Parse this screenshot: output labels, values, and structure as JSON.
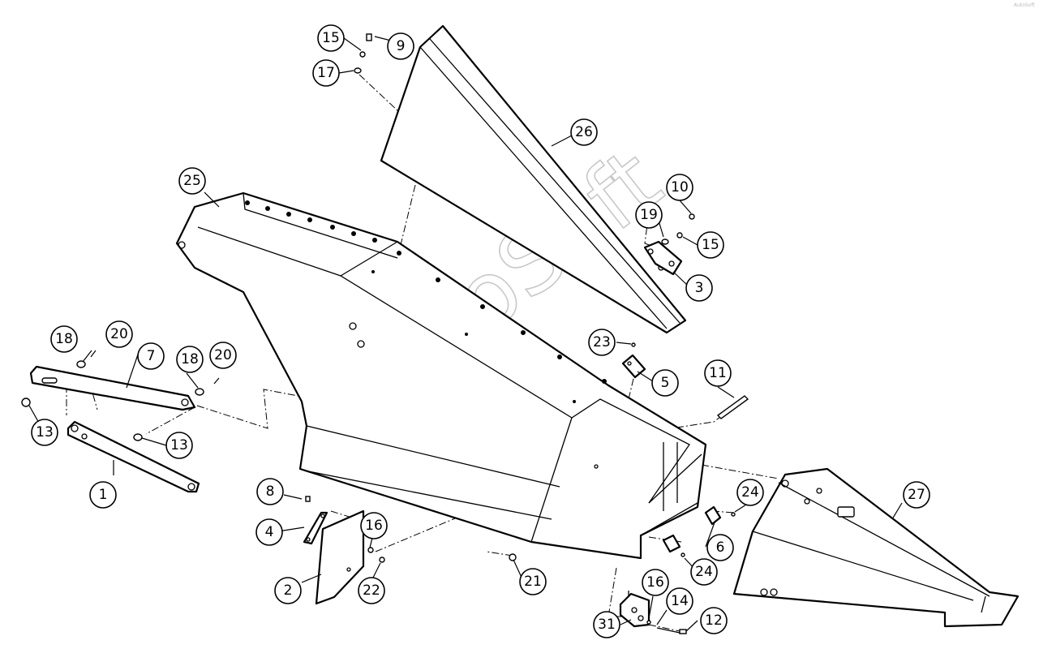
{
  "diagram": {
    "watermark": "AutoSoft",
    "corner_mark": "AutoSoft",
    "callouts": [
      {
        "id": "c1",
        "label": "1"
      },
      {
        "id": "c2",
        "label": "2"
      },
      {
        "id": "c3",
        "label": "3"
      },
      {
        "id": "c4",
        "label": "4"
      },
      {
        "id": "c5",
        "label": "5"
      },
      {
        "id": "c6",
        "label": "6"
      },
      {
        "id": "c7",
        "label": "7"
      },
      {
        "id": "c8",
        "label": "8"
      },
      {
        "id": "c9",
        "label": "9"
      },
      {
        "id": "c10",
        "label": "10"
      },
      {
        "id": "c11",
        "label": "11"
      },
      {
        "id": "c12",
        "label": "12"
      },
      {
        "id": "c13a",
        "label": "13"
      },
      {
        "id": "c13b",
        "label": "13"
      },
      {
        "id": "c14",
        "label": "14"
      },
      {
        "id": "c15a",
        "label": "15"
      },
      {
        "id": "c15b",
        "label": "15"
      },
      {
        "id": "c16a",
        "label": "16"
      },
      {
        "id": "c16b",
        "label": "16"
      },
      {
        "id": "c17",
        "label": "17"
      },
      {
        "id": "c18a",
        "label": "18"
      },
      {
        "id": "c18b",
        "label": "18"
      },
      {
        "id": "c19",
        "label": "19"
      },
      {
        "id": "c20a",
        "label": "20"
      },
      {
        "id": "c20b",
        "label": "20"
      },
      {
        "id": "c21",
        "label": "21"
      },
      {
        "id": "c22",
        "label": "22"
      },
      {
        "id": "c23",
        "label": "23"
      },
      {
        "id": "c24a",
        "label": "24"
      },
      {
        "id": "c24b",
        "label": "24"
      },
      {
        "id": "c25",
        "label": "25"
      },
      {
        "id": "c26",
        "label": "26"
      },
      {
        "id": "c27",
        "label": "27"
      },
      {
        "id": "c31",
        "label": "31"
      }
    ]
  }
}
